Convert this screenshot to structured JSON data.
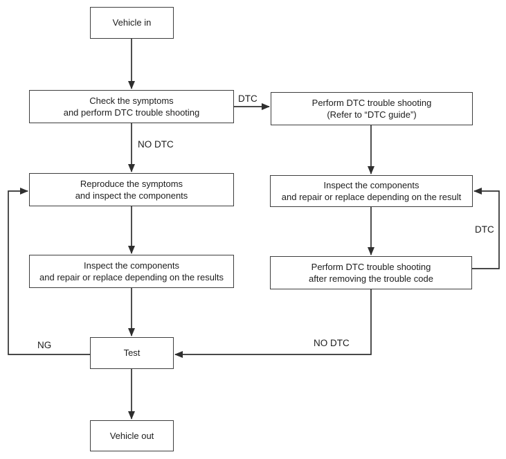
{
  "diagram": {
    "title": "Vehicle DTC trouble shooting flowchart",
    "nodes": {
      "vehicle_in": {
        "label": "Vehicle in"
      },
      "check": {
        "label": "Check the symptoms\nand perform DTC trouble shooting"
      },
      "dtc_guide": {
        "label": "Perform DTC trouble shooting\n(Refer to “DTC guide”)"
      },
      "reproduce": {
        "label": "Reproduce the symptoms\nand inspect the components"
      },
      "inspect_right": {
        "label": "Inspect the components\nand repair or replace depending on the result"
      },
      "inspect_left": {
        "label": "Inspect the components\nand repair or replace depending on the results"
      },
      "perform_after": {
        "label": "Perform DTC trouble shooting\nafter removing the trouble code"
      },
      "test": {
        "label": "Test"
      },
      "vehicle_out": {
        "label": "Vehicle out"
      }
    },
    "edge_labels": {
      "dtc_top": "DTC",
      "no_dtc_left": "NO DTC",
      "dtc_loop": "DTC",
      "ng": "NG",
      "no_dtc_bottom": "NO DTC"
    },
    "colors": {
      "background": "#ffffff",
      "line": "#2f2f2f",
      "box_border": "#3d3d3d",
      "box_fill": "#ffffff",
      "text": "#1c1c1c"
    }
  }
}
